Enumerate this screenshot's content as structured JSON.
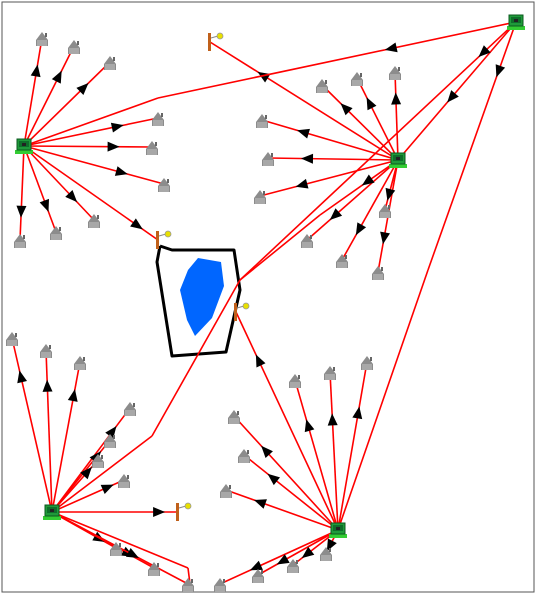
{
  "diagram": {
    "background_color": "#ffffff",
    "border_color": "#555555",
    "link_color": "#ff0000",
    "arrow_color": "#000000",
    "house_color": "#8c8c8c",
    "hub_color": "#1f9a3a",
    "hub_base_color": "#33cc33",
    "pole_color": "#c0601a",
    "lamp_color": "#e8e000",
    "lake_color": "#0066ff",
    "fence_color": "#000000",
    "hub_count": 5,
    "house_count": 46,
    "pole_count": 4,
    "icon_names": [
      "computer-hub-icon",
      "house-icon",
      "lamp-post-icon",
      "lake-icon",
      "fence-outline"
    ]
  }
}
